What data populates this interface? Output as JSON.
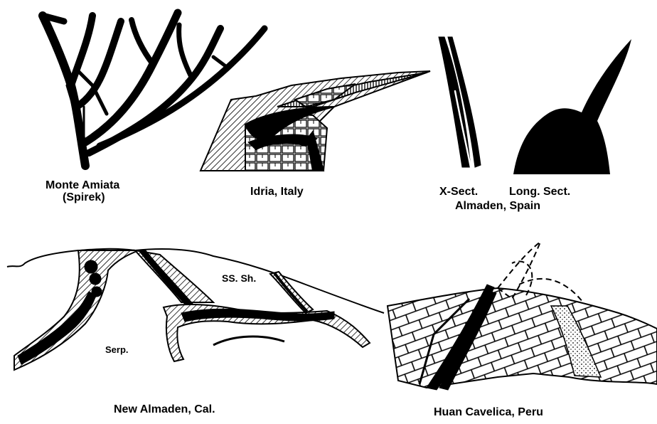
{
  "panels": {
    "monte_amiata": {
      "title": "Monte Amiata",
      "subtitle": "(Spirek)"
    },
    "idria": {
      "title": "Idria, Italy"
    },
    "almaden": {
      "xsect": "X-Sect.",
      "longsect": "Long. Sect.",
      "title": "Almaden, Spain"
    },
    "new_almaden": {
      "title": "New Almaden, Cal.",
      "ss_sh": "SS. Sh.",
      "serp": "Serp."
    },
    "huan": {
      "title": "Huan Cavelica, Peru"
    }
  },
  "colors": {
    "ink": "#000000",
    "paper": "#ffffff"
  }
}
